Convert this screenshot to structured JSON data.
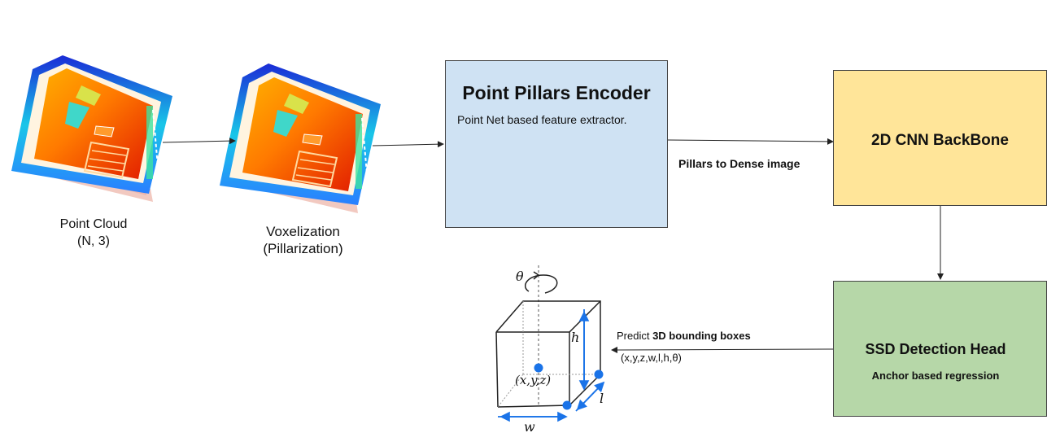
{
  "point_cloud": {
    "label": "Point Cloud",
    "shape": "(N, 3)"
  },
  "voxel": {
    "label": "Voxelization",
    "sub": "(Pillarization)"
  },
  "encoder": {
    "title": "Point Pillars Encoder",
    "subtitle": "Point Net based feature extractor.",
    "fill": "#cfe2f3"
  },
  "edge_dense": "Pillars to Dense image",
  "backbone": {
    "title": "2D CNN BackBone",
    "fill": "#ffe599"
  },
  "head": {
    "title": "SSD Detection Head",
    "subtitle": "Anchor based regression",
    "fill": "#b6d7a8"
  },
  "predict": {
    "prefix": "Predict ",
    "bold": "3D bounding boxes",
    "params": "(x,y,z,w,l,h,θ)"
  },
  "box3d": {
    "theta": "θ",
    "h": "h",
    "l": "l",
    "w": "w",
    "center": "(x,y,z)",
    "accent": "#1a73e8"
  }
}
